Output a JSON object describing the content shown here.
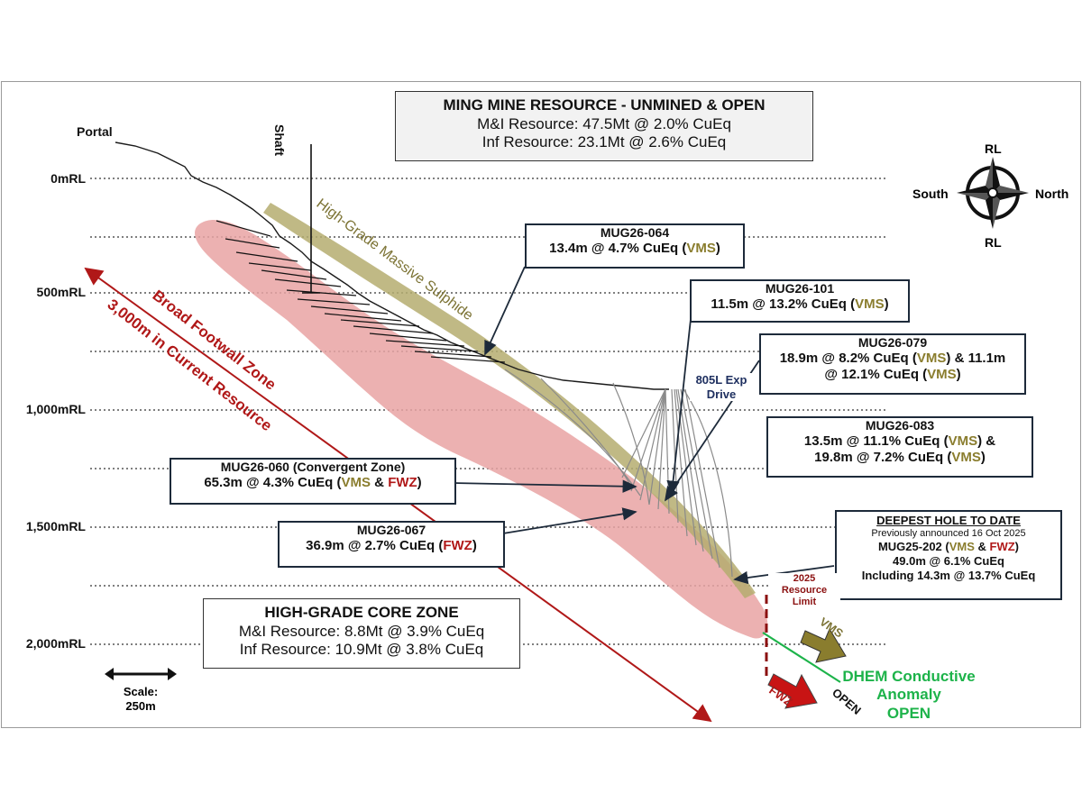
{
  "header_box": {
    "title": "MING MINE RESOURCE - UNMINED & OPEN",
    "line1": "M&I Resource: 47.5Mt @ 2.0% CuEq",
    "line2": "Inf Resource: 23.1Mt @ 2.6% CuEq"
  },
  "core_box": {
    "title": "HIGH-GRADE CORE ZONE",
    "line1": "M&I Resource: 8.8Mt @ 3.9% CuEq",
    "line2": "Inf Resource: 10.9Mt @ 3.8% CuEq"
  },
  "rl_levels": [
    "0mRL",
    "500mRL",
    "1,000mRL",
    "1,500mRL",
    "2,000mRL"
  ],
  "labels": {
    "portal": "Portal",
    "shaft": "Shaft",
    "hgms": "High-Grade Massive Sulphide",
    "bfz": "Broad Footwall Zone",
    "current_resource": "3,000m in Current Resource",
    "drive_line1": "805L Exp",
    "drive_line2": "Drive",
    "limit_line1": "2025",
    "limit_line2": "Resource",
    "limit_line3": "Limit",
    "vms_arrow": "VMS",
    "fwz_arrow": "FWZ",
    "open_arrow": "OPEN",
    "dhem_line1": "DHEM Conductive",
    "dhem_line2": "Anomaly",
    "dhem_line3": "OPEN",
    "scale_line1": "Scale:",
    "scale_line2": "250m"
  },
  "compass": {
    "top": "RL",
    "bottom": "RL",
    "left": "South",
    "right": "North"
  },
  "callouts": {
    "mug064": {
      "hole": "MUG26-064",
      "a": "13.4m @ 4.7% CuEq (",
      "v": "VMS",
      "b": ")"
    },
    "mug101": {
      "hole": "MUG26-101",
      "a": "11.5m @ 13.2% CuEq (",
      "v": "VMS",
      "b": ")"
    },
    "mug079": {
      "hole": "MUG26-079",
      "a": "18.9m @ 8.2% CuEq (",
      "v1": "VMS",
      "b": ") & 11.1m",
      "c": "@ 12.1% CuEq (",
      "v2": "VMS",
      "d": ")"
    },
    "mug083": {
      "hole": "MUG26-083",
      "a": "13.5m @ 11.1% CuEq (",
      "v1": "VMS",
      "b": ") &",
      "c": "19.8m @ 7.2% CuEq (",
      "v2": "VMS",
      "d": ")"
    },
    "mug060": {
      "hole": "MUG26-060 (Convergent Zone)",
      "a": "65.3m @ 4.3% CuEq (",
      "v": "VMS",
      "amp": " & ",
      "f": "FWZ",
      "b": ")"
    },
    "mug067": {
      "hole": "MUG26-067",
      "a": "36.9m @ 2.7% CuEq (",
      "f": "FWZ",
      "b": ")"
    },
    "deepest": {
      "title": "DEEPEST HOLE TO DATE",
      "sub": "Previously announced 16 Oct 2025",
      "hole_a": "MUG25-202 (",
      "v": "VMS",
      "amp": " & ",
      "f": "FWZ",
      "hole_b": ")",
      "line1": "49.0m @ 6.1% CuEq",
      "line2": "Including 14.3m @ 13.7% CuEq"
    }
  }
}
